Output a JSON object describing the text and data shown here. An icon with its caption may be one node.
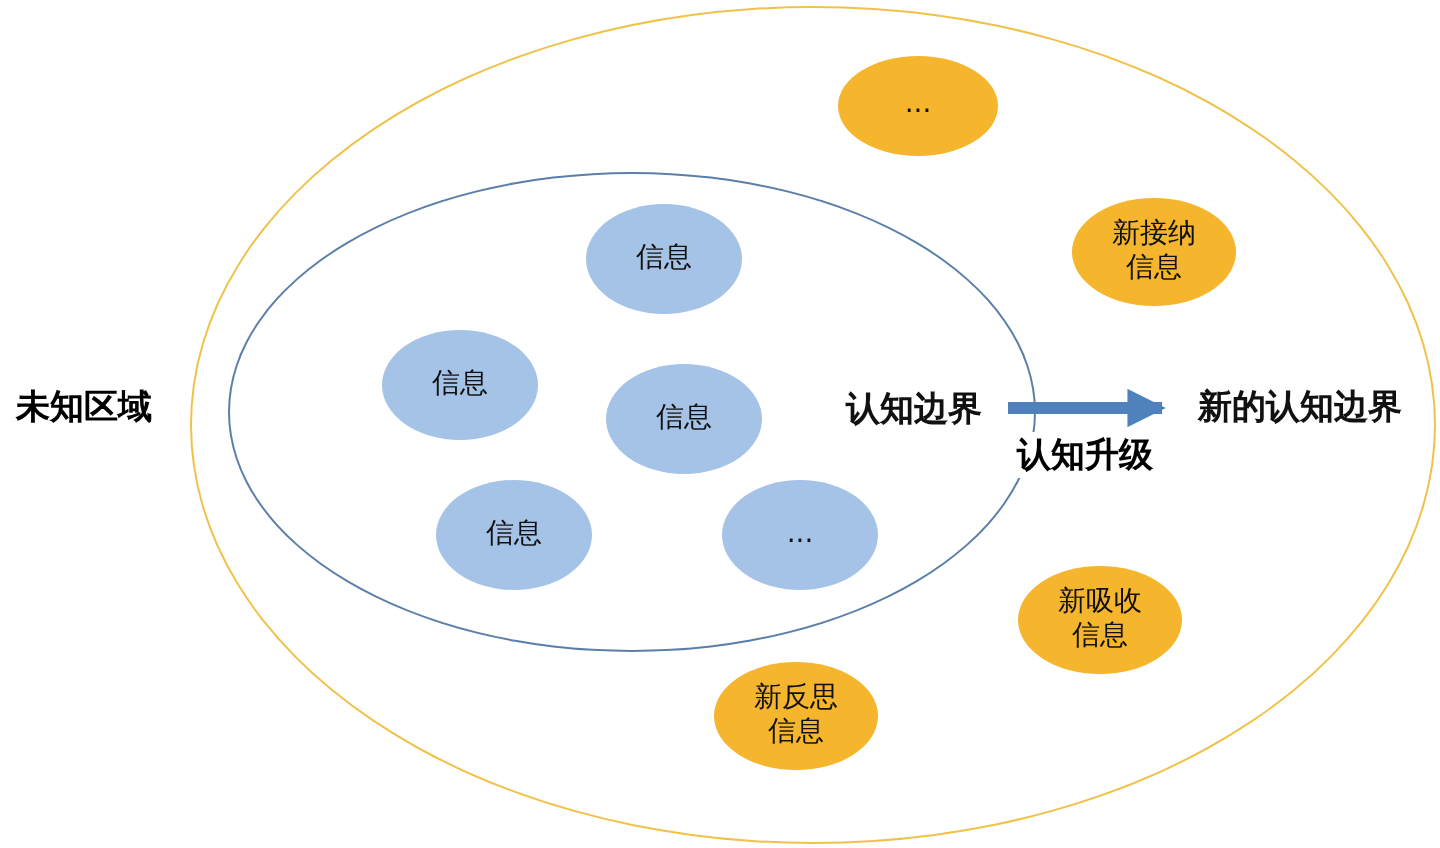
{
  "diagram": {
    "nodes": [
      {
        "text": [],
        "shape": "ellipse"
      },
      {
        "text": [],
        "shape": "ellipse",
        "in": 0
      },
      {
        "text": [
          "信息"
        ],
        "in": 1
      },
      {
        "text": [
          "信息"
        ],
        "in": 1
      },
      {
        "text": [
          "信息"
        ],
        "in": 1
      },
      {
        "text": [
          "信息"
        ],
        "in": 1
      },
      {
        "text": [
          "..."
        ],
        "in": 1
      },
      {
        "text": [
          "认知边界"
        ],
        "in": 1
      },
      {
        "text": [
          "..."
        ],
        "in": 0
      },
      {
        "text": [
          "新接纳信息"
        ],
        "in": 0
      },
      {
        "text": [
          "新的认知边界"
        ],
        "in": 0
      },
      {
        "text": [
          "新吸收信息"
        ],
        "in": 0
      },
      {
        "text": [
          "新反思信息"
        ],
        "in": 0
      }
    ],
    "edges": [
      {
        "from": 7,
        "to": 10,
        "arrow": "to",
        "label": "认知升级"
      }
    ],
    "labels": [
      "未知区域"
    ]
  }
}
